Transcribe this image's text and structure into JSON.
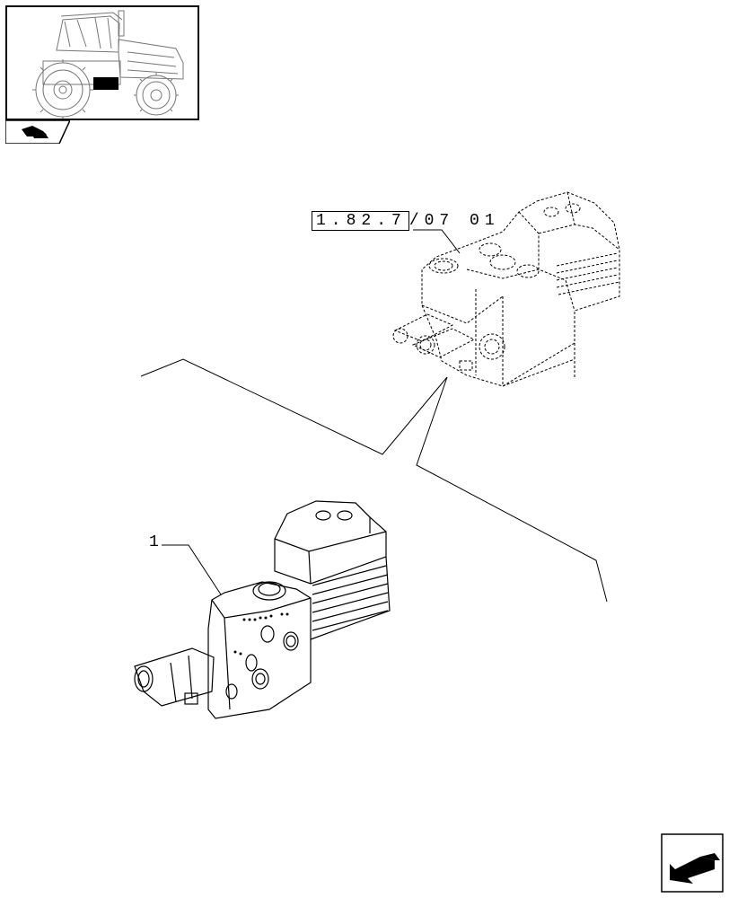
{
  "reference": {
    "boxed": "1.82.7",
    "rest": "/07 01"
  },
  "callout": {
    "number": "1"
  },
  "icons": {
    "tractor": "tractor-icon",
    "hand_tab": "hand-manual-icon",
    "next_page": "next-page-arrow-icon"
  },
  "colors": {
    "line": "#000000",
    "background": "#ffffff",
    "dash": "#000000"
  }
}
